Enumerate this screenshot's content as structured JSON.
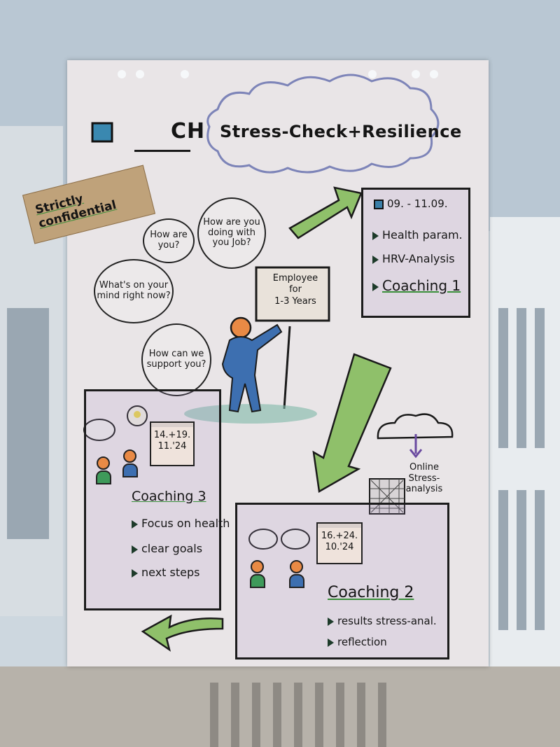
{
  "title": {
    "brand": "CH",
    "main": "Stress-Check+Resilience"
  },
  "confidential_note": "Strictly confidential",
  "bubbles": {
    "how_are_you": "How are you?",
    "how_job": "How are you doing with you Job?",
    "mind": "What's on your mind right now?",
    "support": "How can we support you?"
  },
  "sign": {
    "line1": "Employee",
    "line2": "for",
    "line3": "1-3 Years"
  },
  "box_top": {
    "date": "09. - 11.09.",
    "items": [
      "Health param.",
      "HRV-Analysis",
      "Coaching 1"
    ]
  },
  "online": {
    "line1": "Online",
    "line2": "Stress-",
    "line3": "analysis"
  },
  "coaching3": {
    "date_line1": "14.+19.",
    "date_line2": "11.'24",
    "title": "Coaching 3",
    "items": [
      "Focus on health",
      "clear goals",
      "next steps"
    ]
  },
  "coaching2": {
    "date_line1": "16.+24.",
    "date_line2": "10.'24",
    "title": "Coaching 2",
    "items": [
      "results stress-anal.",
      "reflection"
    ]
  },
  "colors": {
    "green_arrow": "#8fc06a",
    "paper": "#e9e5e7",
    "purple_wash": "#a896c8",
    "head_orange": "#e98a45",
    "person_blue": "#3d6fb0"
  }
}
